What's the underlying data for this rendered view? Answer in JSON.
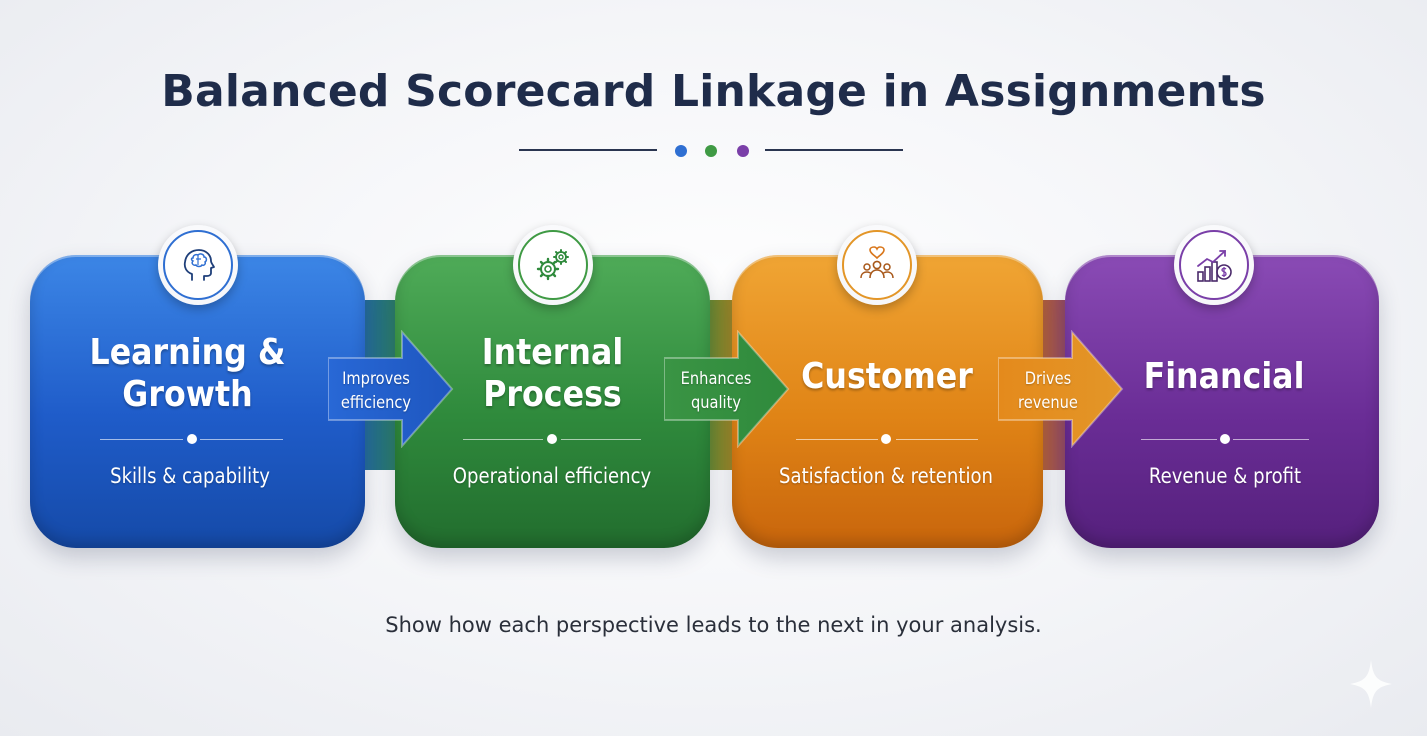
{
  "title": "Balanced Scorecard Linkage in Assignments",
  "colors": {
    "title": "#1f2c4a",
    "dot_blue": "#2f6fd2",
    "dot_green": "#3f9a44",
    "dot_purple": "#7a3fa8",
    "blue": "#1f5cc9",
    "green": "#2f8a3c",
    "orange": "#e08416",
    "purple": "#6a2d96"
  },
  "perspectives": [
    {
      "title_line1": "Learning &",
      "title_line2": "Growth",
      "subtitle": "Skills & capability",
      "icon": "brain-head-icon"
    },
    {
      "title_line1": "Internal",
      "title_line2": "Process",
      "subtitle": "Operational efficiency",
      "icon": "gears-icon"
    },
    {
      "title_line1": "Customer",
      "title_line2": "",
      "subtitle": "Satisfaction & retention",
      "icon": "customers-heart-icon"
    },
    {
      "title_line1": "Financial",
      "title_line2": "",
      "subtitle": "Revenue & profit",
      "icon": "growth-chart-icon"
    }
  ],
  "links": [
    {
      "line1": "Improves",
      "line2": "efficiency"
    },
    {
      "line1": "Enhances",
      "line2": "quality"
    },
    {
      "line1": "Drives",
      "line2": "revenue"
    }
  ],
  "footer": "Show how each perspective leads to the next in your analysis.",
  "watermark_icon": "sparkle-icon"
}
